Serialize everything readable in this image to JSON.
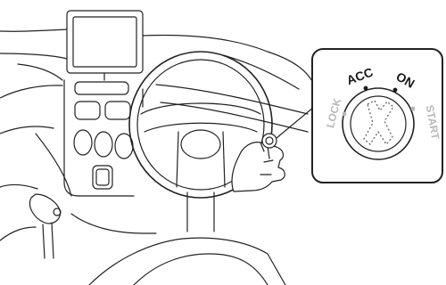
{
  "ignition": {
    "positions": [
      {
        "key": "lock",
        "label": "LOCK",
        "color": "#b8b8b8"
      },
      {
        "key": "acc",
        "label": "ACC",
        "color": "#1a1a1a"
      },
      {
        "key": "on",
        "label": "ON",
        "color": "#1a1a1a"
      },
      {
        "key": "start",
        "label": "START",
        "color": "#b8b8b8"
      }
    ]
  },
  "colors": {
    "line": "#222222",
    "inactive": "#b8b8b8",
    "background": "#ffffff"
  }
}
